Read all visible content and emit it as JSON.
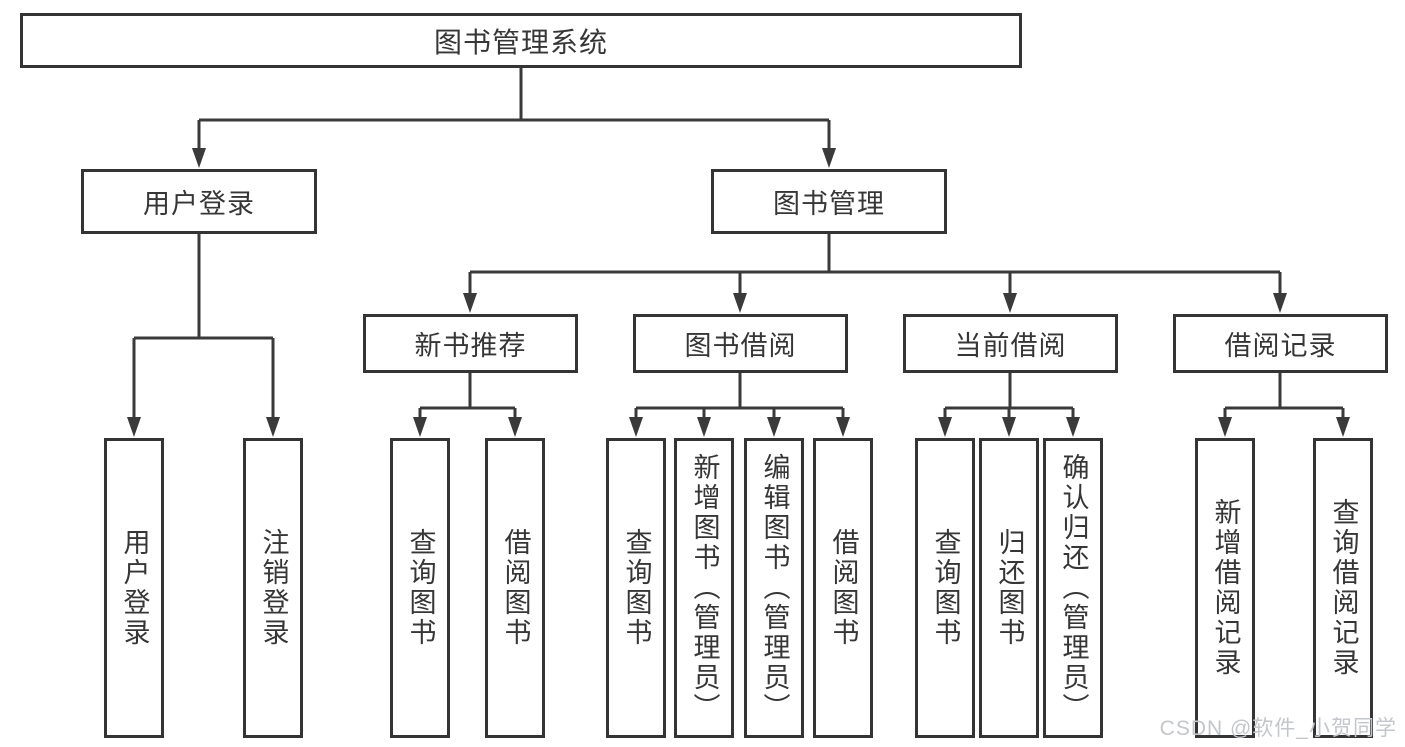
{
  "diagram": {
    "title": "图书管理系统",
    "level2": {
      "user_login": "用户登录",
      "book_management": "图书管理"
    },
    "level3": {
      "new_book_recommend": "新书推荐",
      "book_borrowing": "图书借阅",
      "current_borrowing": "当前借阅",
      "borrowing_records": "借阅记录"
    },
    "leaves": {
      "user_login": [
        "用户登录",
        "注销登录"
      ],
      "new_book_recommend": [
        "查询图书",
        "借阅图书"
      ],
      "book_borrowing": [
        "查询图书",
        "新增图书（管理员）",
        "编辑图书（管理员）",
        "借阅图书"
      ],
      "current_borrowing": [
        "查询图书",
        "归还图书",
        "确认归还（管理员）"
      ],
      "borrowing_records": [
        "新增借阅记录",
        "查询借阅记录"
      ]
    },
    "watermark": "CSDN @软件_小贺同学",
    "colors": {
      "line": "#3a3a3a",
      "box_border": "#343434",
      "text": "#363636",
      "background": "#ffffff",
      "watermark": "#c3c6ca"
    }
  }
}
